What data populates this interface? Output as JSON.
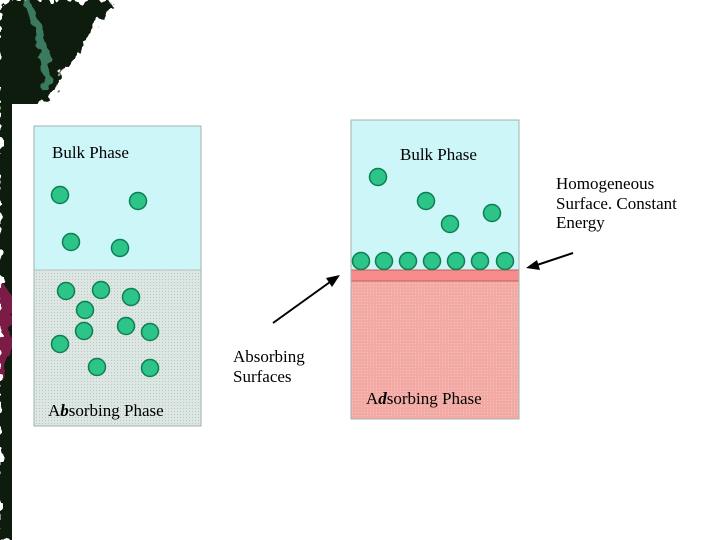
{
  "left_panel": {
    "top_label": "Bulk Phase",
    "bottom_label": {
      "first": "A",
      "emph": "b",
      "rest": "sorbing Phase"
    }
  },
  "right_panel": {
    "top_label": "Bulk Phase",
    "bottom_label": {
      "first": "A",
      "emph": "d",
      "rest": "sorbing Phase"
    }
  },
  "annotations": {
    "absorbing_surfaces": [
      "Absorbing",
      "Surfaces"
    ],
    "homogeneous": [
      "Homogeneous",
      "Surface. Constant",
      "Energy"
    ]
  },
  "colors": {
    "bulk": "#ccf6f8",
    "absorbing": "#d8e3df",
    "adsorbing": "#f4a9a3",
    "interface": "#f78c8c",
    "particle": "#2cc488",
    "particle_stroke": "#0f7f52",
    "dark_backdrop": "#0b1a10",
    "leaf": "#2b8a6a"
  }
}
